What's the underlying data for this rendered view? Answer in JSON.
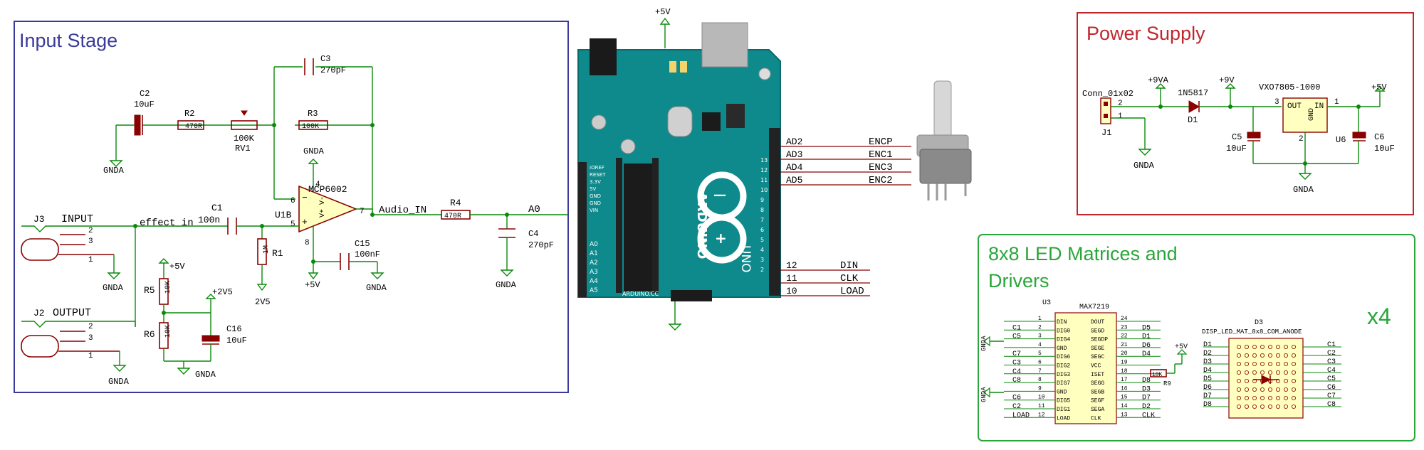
{
  "colors": {
    "wire": "#0a8a0a",
    "component": "#8b0000",
    "input_box": "#3a3a9a",
    "power_box": "#c0272d",
    "led_box": "#2aa63a",
    "component_fill": "#ffffc0",
    "arduino_board": "#0f8a8c"
  },
  "sections": {
    "input": "Input Stage",
    "power": "Power Supply",
    "led": "8x8 LED Matrices and\nDrivers",
    "led_line1": "8x8 LED Matrices and",
    "led_line2": "Drivers",
    "multiplier": "x4"
  },
  "input_stage": {
    "c2": "C2",
    "c2_val": "10uF",
    "r2": "R2",
    "r2_val": "470R",
    "rv1_val": "100K",
    "rv1": "RV1",
    "r3": "R3",
    "r3_val": "100K",
    "c3": "C3",
    "c3_val": "270pF",
    "gnda": "GNDA",
    "opamp": "MCP6002",
    "opamp_unit": "U1B",
    "pin6": "6",
    "pin5": "5",
    "pin7": "7",
    "pin4": "4",
    "pin8": "8",
    "vminus": "V-",
    "vplus": "V+",
    "minus": "−",
    "plus": "+",
    "j3": "J3",
    "input_lbl": "INPUT",
    "effect_in": "effect_in",
    "c1": "C1",
    "c1_val": "100n",
    "r1": "R1",
    "r1_val": "1M",
    "v2v5": "2V5",
    "audio_in": "Audio_IN",
    "r4": "R4",
    "r4_val": "470R",
    "a0": "A0",
    "c4": "C4",
    "c4_val": "270pF",
    "c15": "C15",
    "c15_val": "100nF",
    "plus5v": "+5V",
    "r5": "R5",
    "r5_val": "10K",
    "r6": "R6",
    "r6_val": "10K",
    "plus2v5": "+2V5",
    "c16": "C16",
    "c16_val": "10uF",
    "j2": "J2",
    "output_lbl": "OUTPUT",
    "pin2": "2",
    "pin3": "3",
    "pin1": "1"
  },
  "arduino": {
    "plus5v": "+5V",
    "name": "ARDUINO",
    "model": "UNO",
    "site": "ARDUINO.CC",
    "nets": [
      {
        "pin": "AD2",
        "net": "ENCP"
      },
      {
        "pin": "AD3",
        "net": "ENC1"
      },
      {
        "pin": "AD4",
        "net": "ENC3"
      },
      {
        "pin": "AD5",
        "net": "ENC2"
      }
    ],
    "spi": [
      {
        "pin": "12",
        "net": "DIN"
      },
      {
        "pin": "11",
        "net": "CLK"
      },
      {
        "pin": "10",
        "net": "LOAD"
      }
    ],
    "header_pins": [
      "13",
      "12",
      "11",
      "10",
      "9",
      "8",
      "7",
      "6",
      "5",
      "4",
      "3",
      "2"
    ],
    "analog_pins": [
      "A0",
      "A1",
      "A2",
      "A3",
      "A4",
      "A5"
    ],
    "power_pins": [
      "IOREF",
      "RESET",
      "3.3V",
      "5V",
      "GND",
      "GND",
      "VIN"
    ]
  },
  "power_supply": {
    "conn": "Conn_01x02",
    "j1": "J1",
    "pin2": "2",
    "pin1": "1",
    "nine_va": "+9VA",
    "diode": "1N5817",
    "d1": "D1",
    "nine_v": "+9V",
    "reg": "VXO7805-1000",
    "reg_in_pin": "3",
    "reg_out_pin": "1",
    "out": "OUT",
    "in": "IN",
    "gnd": "GND",
    "u6": "U6",
    "gnd_pin": "2",
    "plus5v": "+5V",
    "c5": "C5",
    "c5_val": "10uF",
    "c6": "C6",
    "c6_val": "10uF",
    "gnda": "GNDA"
  },
  "led": {
    "u3": "U3",
    "chip": "MAX7219",
    "left_pins": [
      {
        "net": "",
        "num": "1",
        "name": "DIN"
      },
      {
        "net": "C1",
        "num": "2",
        "name": "DIG0"
      },
      {
        "net": "C5",
        "num": "3",
        "name": "DIG4"
      },
      {
        "net": "",
        "num": "4",
        "name": "GND"
      },
      {
        "net": "C7",
        "num": "5",
        "name": "DIG6"
      },
      {
        "net": "C3",
        "num": "6",
        "name": "DIG2"
      },
      {
        "net": "C4",
        "num": "7",
        "name": "DIG3"
      },
      {
        "net": "C8",
        "num": "8",
        "name": "DIG7"
      },
      {
        "net": "",
        "num": "9",
        "name": "GND"
      },
      {
        "net": "C6",
        "num": "10",
        "name": "DIG5"
      },
      {
        "net": "C2",
        "num": "11",
        "name": "DIG1"
      },
      {
        "net": "LOAD",
        "num": "12",
        "name": "LOAD"
      }
    ],
    "right_pins": [
      {
        "name": "DOUT",
        "num": "24",
        "net": ""
      },
      {
        "name": "SEGD",
        "num": "23",
        "net": "D5"
      },
      {
        "name": "SEGDP",
        "num": "22",
        "net": "D1"
      },
      {
        "name": "SEGE",
        "num": "21",
        "net": "D6"
      },
      {
        "name": "SEGC",
        "num": "20",
        "net": "D4"
      },
      {
        "name": "VCC",
        "num": "19",
        "net": ""
      },
      {
        "name": "ISET",
        "num": "18",
        "net": ""
      },
      {
        "name": "SEGG",
        "num": "17",
        "net": "D8"
      },
      {
        "name": "SEGB",
        "num": "16",
        "net": "D3"
      },
      {
        "name": "SEGF",
        "num": "15",
        "net": "D7"
      },
      {
        "name": "SEGA",
        "num": "14",
        "net": "D2"
      },
      {
        "name": "CLK",
        "num": "13",
        "net": "CLK"
      }
    ],
    "gnda": "GNDA",
    "plus5v": "+5V",
    "r9": "R9",
    "r9_val": "10K",
    "d3": "D3",
    "matrix": "DISP_LED_MAT_8x8_COM_ANODE",
    "rows": [
      "D1",
      "D2",
      "D3",
      "D4",
      "D5",
      "D6",
      "D7",
      "D8"
    ],
    "cols": [
      "C1",
      "C2",
      "C3",
      "C4",
      "C5",
      "C6",
      "C7",
      "C8"
    ]
  }
}
